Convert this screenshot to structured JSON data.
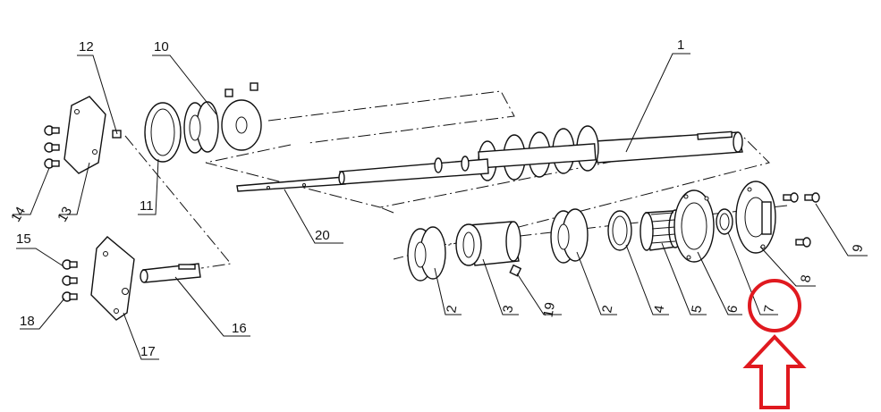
{
  "callouts": {
    "c1": "1",
    "c2a": "2",
    "c2b": "2",
    "c3": "3",
    "c4": "4",
    "c5": "5",
    "c6": "6",
    "c7": "7",
    "c8": "8",
    "c9": "9",
    "c10": "10",
    "c11": "11",
    "c12": "12",
    "c13": "13",
    "c14": "14",
    "c15": "15",
    "c16": "16",
    "c17": "17",
    "c18": "18",
    "c19": "19",
    "c20": "20"
  },
  "highlight": {
    "part": "7",
    "color": "#e0191f"
  }
}
